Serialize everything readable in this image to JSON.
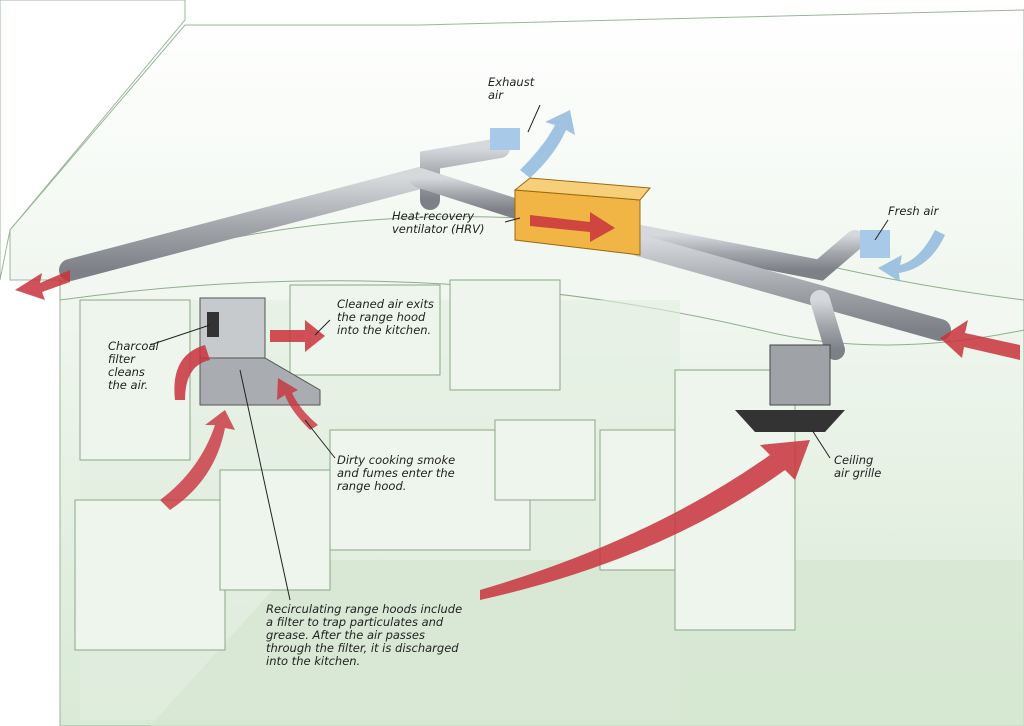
{
  "labels": {
    "exhaust_air": [
      "Exhaust",
      "air"
    ],
    "hrv": [
      "Heat-recovery",
      "ventilator (HRV)"
    ],
    "fresh_air": [
      "Fresh air"
    ],
    "cleaned_air": [
      "Cleaned air exits",
      "the range hood",
      "into the kitchen."
    ],
    "charcoal_filter": [
      "Charcoal",
      "filter",
      "cleans",
      "the air."
    ],
    "dirty_smoke": [
      "Dirty cooking smoke",
      "and fumes enter the",
      "range hood."
    ],
    "ceiling_grille": [
      "Ceiling",
      "air grille"
    ],
    "recirculating": [
      "Recirculating range hoods include",
      "a filter to trap particulates and",
      "grease. After the air passes",
      "through the filter, it is discharged",
      "into the kitchen."
    ]
  },
  "colors": {
    "duct": "#a9adb3",
    "hrv": "#f0b545",
    "airflow_red": "#c8323c",
    "airflow_blue": "#8fb8dd",
    "wall_tint": "#e4f0e2"
  }
}
